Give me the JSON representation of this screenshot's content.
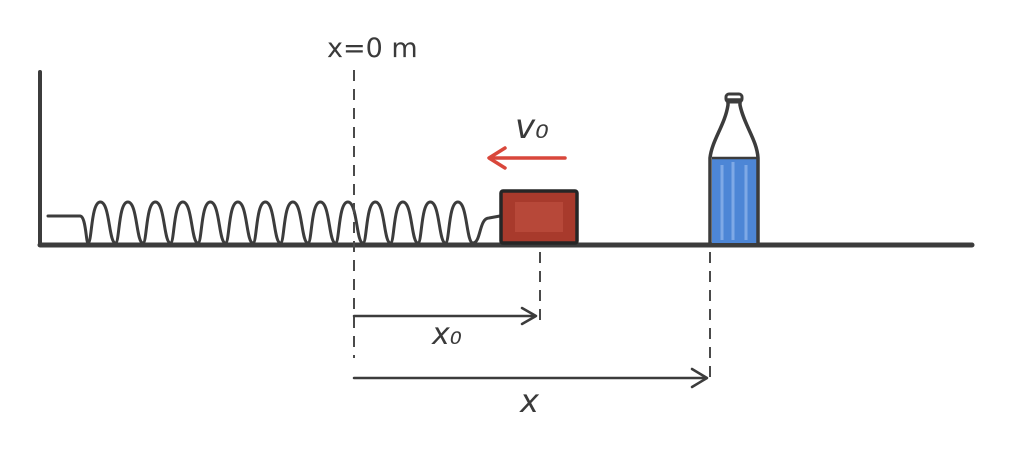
{
  "labels": {
    "origin": "x=0 m",
    "initial_velocity": "v₀",
    "initial_position": "x₀",
    "position": "x"
  },
  "colors": {
    "ink": "#3c3c3c",
    "velocity_arrow": "#d9473b",
    "block_fill": "#a83a2c",
    "block_shade": "#c25446",
    "water": "#4d86d6",
    "water_light": "#7fa9e6"
  },
  "icons": {
    "block": "block-icon",
    "bottle": "bottle-icon",
    "spring": "spring-icon"
  }
}
